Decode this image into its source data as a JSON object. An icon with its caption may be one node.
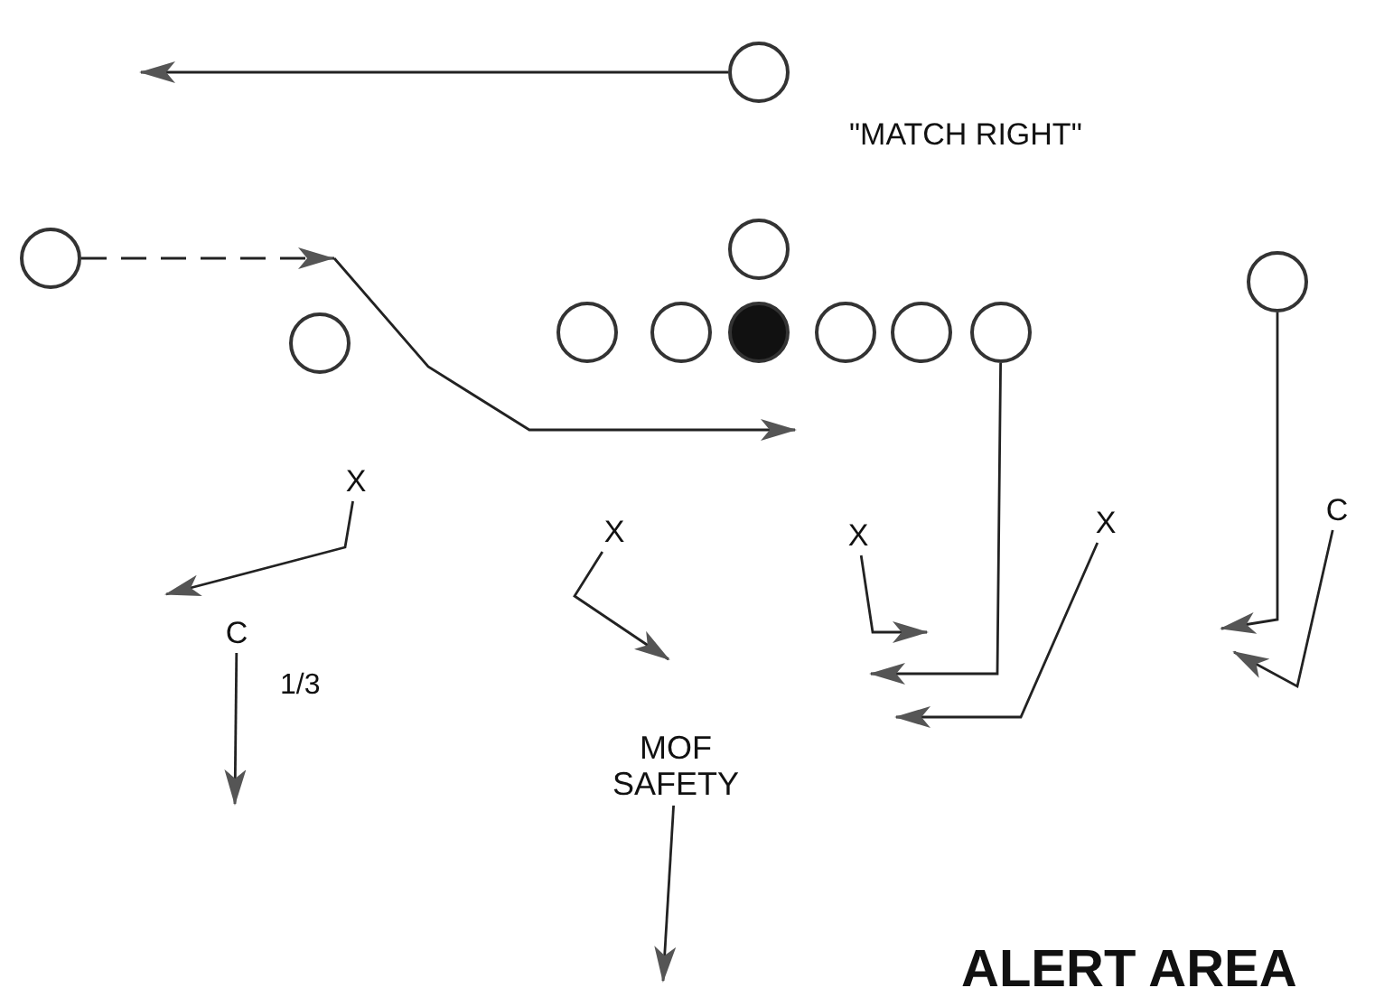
{
  "diagram": {
    "nodes": [
      {
        "text": [],
        "shape": "circle"
      },
      {
        "text": [],
        "shape": "circle"
      },
      {
        "text": [],
        "shape": "circle"
      },
      {
        "text": [],
        "shape": "circle"
      },
      {
        "text": [],
        "shape": "circle"
      },
      {
        "text": [],
        "shape": "circle"
      },
      {
        "text": [],
        "shape": "circle"
      },
      {
        "text": [],
        "shape": "circle"
      },
      {
        "text": [],
        "shape": "circle"
      },
      {
        "text": [],
        "shape": "circle"
      },
      {
        "text": [],
        "shape": "circle"
      },
      {
        "text": [
          "X"
        ]
      },
      {
        "text": [
          "X"
        ]
      },
      {
        "text": [
          "X"
        ]
      },
      {
        "text": [
          "X"
        ]
      },
      {
        "text": [
          "C"
        ]
      },
      {
        "text": [
          "C"
        ]
      },
      {
        "text": [
          "MOF SAFETY"
        ]
      }
    ],
    "edges": [
      {
        "from": 0,
        "to": null,
        "arrow": "to"
      },
      {
        "from": 1,
        "to": null,
        "arrow": "to",
        "style": "dashed"
      },
      {
        "from": 9,
        "to": null,
        "arrow": "to"
      },
      {
        "from": 10,
        "to": null,
        "arrow": "to"
      },
      {
        "from": 11,
        "to": null,
        "arrow": "to"
      },
      {
        "from": 15,
        "to": null,
        "arrow": "to"
      },
      {
        "from": 12,
        "to": null,
        "arrow": "to"
      },
      {
        "from": 13,
        "to": null,
        "arrow": "to"
      },
      {
        "from": 14,
        "to": null,
        "arrow": "to"
      },
      {
        "from": 16,
        "to": null,
        "arrow": "to"
      },
      {
        "from": 17,
        "to": null,
        "arrow": "to"
      }
    ],
    "labels": [
      "\"MATCH RIGHT\"",
      "1/3",
      "ALERT AREA"
    ]
  }
}
